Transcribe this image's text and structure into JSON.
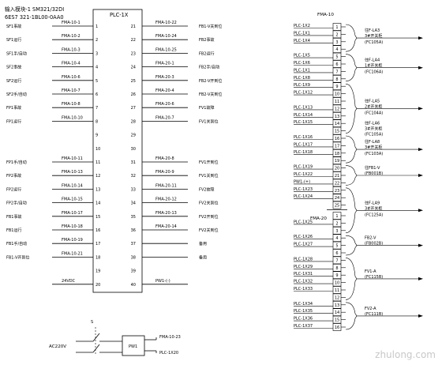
{
  "header": {
    "module_line": "输入模块-1 SM321/32DI",
    "order_no": "6ES7 321-1BL00-0AA0"
  },
  "plc": {
    "title": "PLC-1X",
    "left_rows": [
      {
        "sig": "SF1事故",
        "code": "FMA-10-1",
        "pin": "1"
      },
      {
        "sig": "SF1运行",
        "code": "FMA-10-2",
        "pin": "2"
      },
      {
        "sig": "SF1手/自动",
        "code": "FMA-10-3",
        "pin": "3"
      },
      {
        "sig": "SF2事故",
        "code": "FMA-10-4",
        "pin": "4"
      },
      {
        "sig": "SF2运行",
        "code": "FMA-10-6",
        "pin": "5"
      },
      {
        "sig": "SF2手/自动",
        "code": "FMA-10-7",
        "pin": "6"
      },
      {
        "sig": "FP1事故",
        "code": "FMA-10-8",
        "pin": "7"
      },
      {
        "sig": "FP1运行",
        "code": "FMA-10-10",
        "pin": "8"
      },
      {
        "sig": "",
        "code": "",
        "pin": "9"
      },
      {
        "sig": "",
        "code": "",
        "pin": "10"
      },
      {
        "sig": "FP1手/自动",
        "code": "FMA-10-11",
        "pin": "11"
      },
      {
        "sig": "FP2事故",
        "code": "FMA-10-13",
        "pin": "12"
      },
      {
        "sig": "FP2运行",
        "code": "FMA-10-14",
        "pin": "13"
      },
      {
        "sig": "FP2手/自动",
        "code": "FMA-10-15",
        "pin": "14"
      },
      {
        "sig": "FB1事故",
        "code": "FMA-10-17",
        "pin": "15"
      },
      {
        "sig": "FB1运行",
        "code": "FMA-10-18",
        "pin": "16"
      },
      {
        "sig": "FB1手/自动",
        "code": "FMA-10-19",
        "pin": "17"
      },
      {
        "sig": "FB1-V开到位",
        "code": "FMA-10-21",
        "pin": "18"
      },
      {
        "sig": "",
        "code": "",
        "pin": "19"
      },
      {
        "sig": "",
        "code": "24VDC",
        "pin": "20"
      }
    ],
    "right_rows": [
      {
        "pin": "21",
        "code": "FMA-10-22",
        "sig": "FB1-V关到位"
      },
      {
        "pin": "22",
        "code": "FMA-10-24",
        "sig": "FB2事故"
      },
      {
        "pin": "23",
        "code": "FMA-10-25",
        "sig": "FB2运行"
      },
      {
        "pin": "24",
        "code": "FMA-20-1",
        "sig": "FB2手/自动"
      },
      {
        "pin": "25",
        "code": "FMA-20-3",
        "sig": "FB2-V开到位"
      },
      {
        "pin": "26",
        "code": "FMA-20-4",
        "sig": "FB2-V关到位"
      },
      {
        "pin": "27",
        "code": "FMA-20-6",
        "sig": "FV1故障"
      },
      {
        "pin": "28",
        "code": "FMA-20-7",
        "sig": "FV1关到位"
      },
      {
        "pin": "29",
        "code": "",
        "sig": ""
      },
      {
        "pin": "30",
        "code": "",
        "sig": ""
      },
      {
        "pin": "31",
        "code": "FMA-20-8",
        "sig": "FV1开到位"
      },
      {
        "pin": "32",
        "code": "FMA-20-9",
        "sig": "FV1关到位"
      },
      {
        "pin": "33",
        "code": "FMA-20-11",
        "sig": "FV2故障"
      },
      {
        "pin": "34",
        "code": "FMA-20-12",
        "sig": "FV2关到位"
      },
      {
        "pin": "35",
        "code": "FMA-20-13",
        "sig": "FV2开到位"
      },
      {
        "pin": "36",
        "code": "FMA-20-14",
        "sig": "FV2关到位"
      },
      {
        "pin": "37",
        "code": "",
        "sig": "备用"
      },
      {
        "pin": "38",
        "code": "",
        "sig": "备用"
      },
      {
        "pin": "39",
        "code": "",
        "sig": ""
      },
      {
        "pin": "40",
        "code": "PW1-(-)",
        "sig": ""
      }
    ]
  },
  "power": {
    "switch_label": "S",
    "ac_label": "AC220V",
    "psu_label": "PW1",
    "out_top": "FMA-10-23",
    "out_bottom": "PLC-1X20"
  },
  "terminal": {
    "title": "FMA-10",
    "sub_title": "FMA-20",
    "rows": [
      {
        "label": "PLC-1X2",
        "num": "1"
      },
      {
        "label": "PLC-1X1",
        "num": "2"
      },
      {
        "label": "PLC-1X4",
        "num": "3"
      },
      {
        "label": "",
        "num": "4"
      },
      {
        "label": "PLC-1X5",
        "num": "5"
      },
      {
        "label": "PLC-1X6",
        "num": "6"
      },
      {
        "label": "PLC-1X1",
        "num": "7"
      },
      {
        "label": "PLC-1X8",
        "num": "8"
      },
      {
        "label": "PLC-1X9",
        "num": "9"
      },
      {
        "label": "PLC-1X12",
        "num": "10"
      },
      {
        "label": "",
        "num": "11"
      },
      {
        "label": "PLC-1X13",
        "num": "12"
      },
      {
        "label": "PLC-1X14",
        "num": "13"
      },
      {
        "label": "PLC-1X15",
        "num": "14"
      },
      {
        "label": "",
        "num": "15"
      },
      {
        "label": "PLC-1X16",
        "num": "16"
      },
      {
        "label": "PLC-1X17",
        "num": "17"
      },
      {
        "label": "PLC-1X18",
        "num": "18"
      },
      {
        "label": "",
        "num": "19"
      },
      {
        "label": "PLC-1X19",
        "num": "20"
      },
      {
        "label": "PLC-1X22",
        "num": "21"
      },
      {
        "label": "PW1-(+)",
        "num": "22"
      },
      {
        "label": "PLC-1X23",
        "num": "23"
      },
      {
        "label": "PLC-1X24",
        "num": "24"
      },
      {
        "label": "",
        "num": "25"
      },
      {
        "label": "",
        "num": "1"
      },
      {
        "label": "PLC-1X25",
        "num": "2"
      },
      {
        "label": "",
        "num": "3"
      },
      {
        "label": "PLC-1X26",
        "num": "4"
      },
      {
        "label": "PLC-1X27",
        "num": "5"
      },
      {
        "label": "",
        "num": "6"
      },
      {
        "label": "PLC-1X28",
        "num": "7"
      },
      {
        "label": "PLC-1X29",
        "num": "8"
      },
      {
        "label": "PLC-1X31",
        "num": "9"
      },
      {
        "label": "PLC-1X32",
        "num": "10"
      },
      {
        "label": "PLC-1X33",
        "num": "11"
      },
      {
        "label": "",
        "num": "12"
      },
      {
        "label": "PLC-1X34",
        "num": "13"
      },
      {
        "label": "PLC-1X35",
        "num": "14"
      },
      {
        "label": "PLC-1X36",
        "num": "15"
      },
      {
        "label": "PLC-1X37",
        "num": "16"
      }
    ],
    "cables": [
      {
        "line1": "往F-LA3",
        "line2": "3#开关柜",
        "line3": "(FC105A)"
      },
      {
        "line1": "往F-LA4",
        "line2": "1#开关柜",
        "line3": "(FC106A)"
      },
      {
        "line1": "往F-LA5",
        "line2": "2#开关柜",
        "line3": "(FC104A)"
      },
      {
        "line1": "往F-LA6",
        "line2": "3#开关柜",
        "line3": "(FC105A)"
      },
      {
        "line1": "往F-LA8",
        "line2": "3#开关柜",
        "line3": "(FC103A)"
      },
      {
        "line1": "往FB1-V",
        "line2": "(FB001B)",
        "line3": ""
      },
      {
        "line1": "往F-LA9",
        "line2": "3#开关柜",
        "line3": "(FC125A)"
      },
      {
        "line1": "FB2-V",
        "line2": "(FB002B)",
        "line3": ""
      },
      {
        "line1": "FV1-A",
        "line2": "(FC115B)",
        "line3": ""
      },
      {
        "line1": "FV2-A",
        "line2": "(FC111B)",
        "line3": ""
      }
    ]
  },
  "watermark": "zhulong.com"
}
